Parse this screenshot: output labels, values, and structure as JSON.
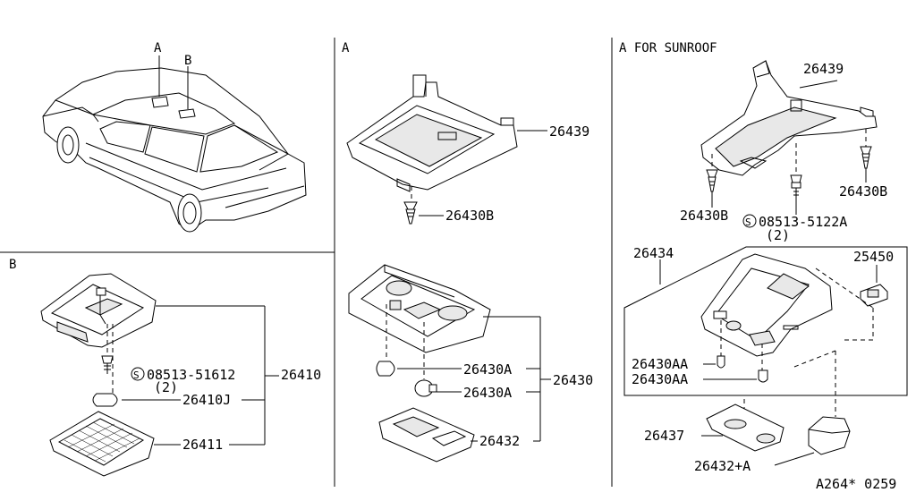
{
  "sections": {
    "car": {
      "marker_a": "A",
      "marker_b": "B"
    },
    "b_panel": {
      "header": "B"
    },
    "a_panel": {
      "header": "A"
    },
    "sunroof_panel": {
      "header": "A FOR SUNROOF"
    }
  },
  "b_parts": {
    "screw_code": "08513-51612",
    "screw_qty": "(2)",
    "lamp_assembly": "26410",
    "bulb": "26410J",
    "lens": "26411",
    "s_symbol": "S"
  },
  "a_parts": {
    "bracket": "26439",
    "clip": "26430B",
    "bulb_1": "26430A",
    "bulb_2": "26430A",
    "lamp_assembly": "26430",
    "lens": "26432"
  },
  "sunroof_parts": {
    "bracket": "26439",
    "clip_left": "26430B",
    "clip_right": "26430B",
    "screw_code": "08513-5122A",
    "screw_qty": "(2)",
    "s_symbol": "S",
    "console": "26434",
    "switch": "25450",
    "bulb_1": "26430AA",
    "bulb_2": "26430AA",
    "lens": "26437",
    "lens_cover": "26432+A"
  },
  "footer": {
    "code": "A264* 0259"
  }
}
